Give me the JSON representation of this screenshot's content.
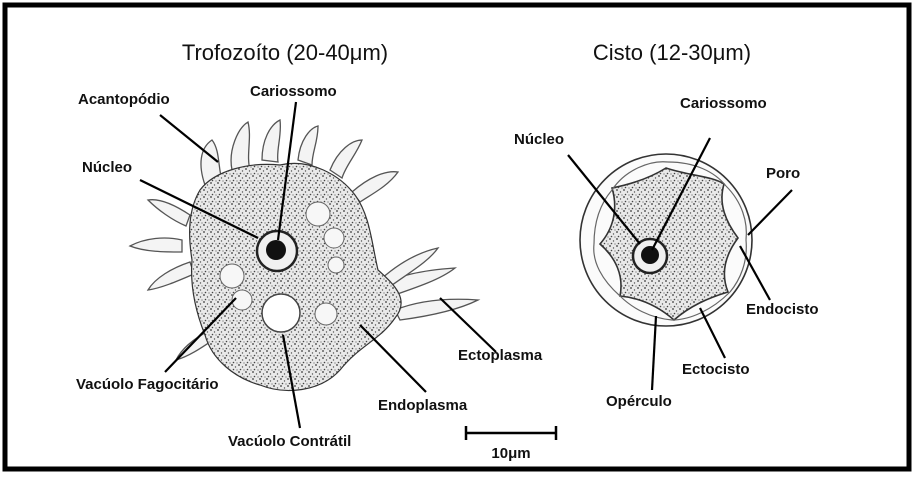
{
  "trofozoito": {
    "title": "Trofozoíto (20-40μm)",
    "labels": {
      "acantopodio": "Acantopódio",
      "cariossomo": "Cariossomo",
      "nucleo": "Núcleo",
      "vacuolo_fagocitario": "Vacúolo Fagocitário",
      "vacuolo_contratil": "Vacúolo Contrátil",
      "endoplasma": "Endoplasma",
      "ectoplasma": "Ectoplasma"
    }
  },
  "cisto": {
    "title": "Cisto (12-30μm)",
    "labels": {
      "cariossomo": "Cariossomo",
      "nucleo": "Núcleo",
      "poro": "Poro",
      "endocisto": "Endocisto",
      "ectocisto": "Ectocisto",
      "operculo": "Opérculo"
    }
  },
  "scale_bar": {
    "label": "10μm"
  },
  "colors": {
    "border": "#000000",
    "stipple": "#3a3a3a",
    "background": "#ffffff"
  }
}
